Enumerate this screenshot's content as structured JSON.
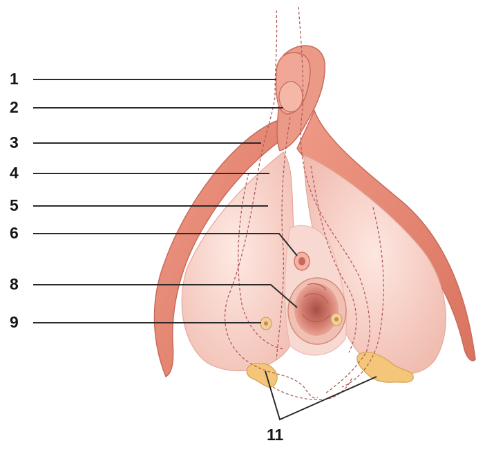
{
  "diagram": {
    "labels": [
      {
        "id": "l1",
        "text": "1"
      },
      {
        "id": "l2",
        "text": "2"
      },
      {
        "id": "l3",
        "text": "3"
      },
      {
        "id": "l4",
        "text": "4"
      },
      {
        "id": "l5",
        "text": "5"
      },
      {
        "id": "l6",
        "text": "6"
      },
      {
        "id": "l8",
        "text": "8"
      },
      {
        "id": "l9",
        "text": "9"
      },
      {
        "id": "l11",
        "text": "11"
      }
    ],
    "colors": {
      "crus": "#e88e7c",
      "crus_dark": "#c86a5a",
      "bulb": "#f6cfc6",
      "bulb_light": "#fbe3dc",
      "vestibule": "#f8d9d2",
      "opening": "#c9685c",
      "gland": "#f2c878",
      "dash": "#b05a5a",
      "leader": "#2a2a2a",
      "label": "#151515"
    }
  }
}
